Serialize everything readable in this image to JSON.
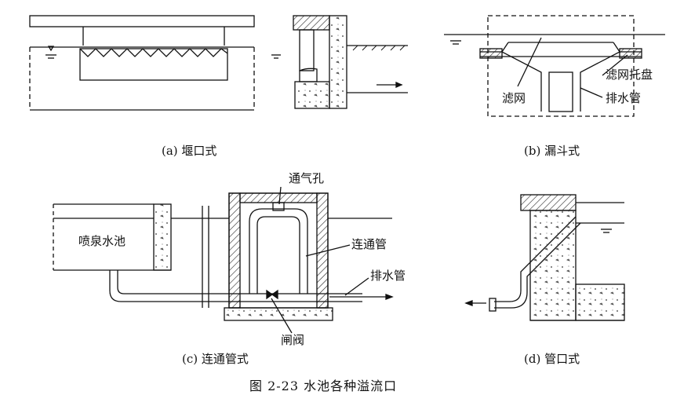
{
  "panels": {
    "a": {
      "caption": "(a) 堰口式"
    },
    "b": {
      "caption": "(b) 漏斗式",
      "labels": {
        "filter": "滤网",
        "filter_tray": "滤网托盘",
        "drain": "排水管"
      }
    },
    "c": {
      "caption": "(c) 连通管式",
      "labels": {
        "vent": "通气孔",
        "pool": "喷泉水池",
        "connector": "连通管",
        "drain": "排水管",
        "valve": "闸阀"
      }
    },
    "d": {
      "caption": "(d) 管口式"
    }
  },
  "figure_title": "图 2-23    水池各种溢流口"
}
